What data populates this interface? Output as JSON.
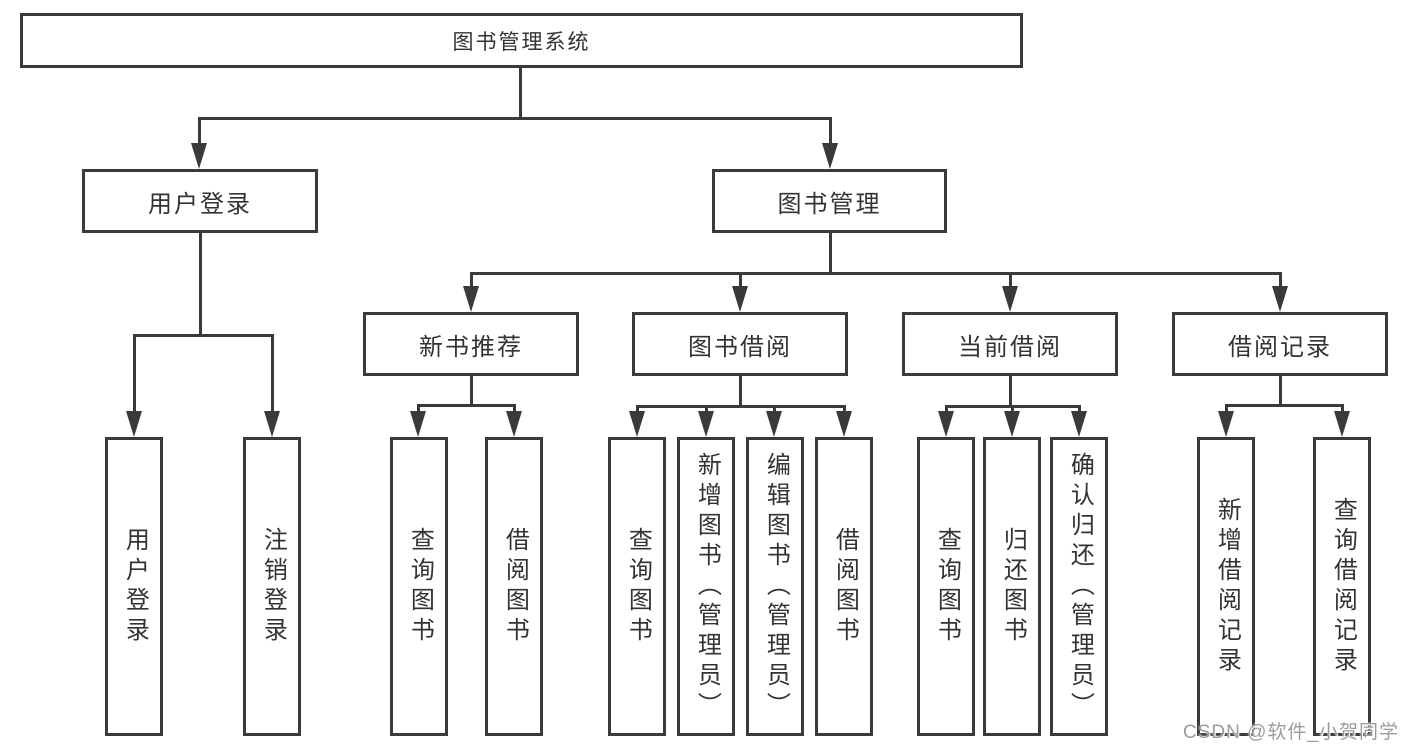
{
  "diagram": {
    "title": "图书管理系统",
    "colors": {
      "line": "#3a3a3a",
      "text": "#333333",
      "background": "#ffffff",
      "watermark": "#9c9c9c"
    },
    "watermark": "CSDN @软件_小贺同学",
    "nodes": {
      "root": {
        "label": "图书管理系统"
      },
      "userLogin": {
        "label": "用户登录"
      },
      "bookMgmt": {
        "label": "图书管理"
      },
      "newBookRec": {
        "label": "新书推荐"
      },
      "bookBorrow": {
        "label": "图书借阅"
      },
      "currentBorrow": {
        "label": "当前借阅"
      },
      "borrowRecord": {
        "label": "借阅记录"
      },
      "a1": {
        "label": "用户登录"
      },
      "a2": {
        "label": "注销登录"
      },
      "b1": {
        "label": "查询图书"
      },
      "b2": {
        "label": "借阅图书"
      },
      "c1": {
        "label": "查询图书"
      },
      "c2": {
        "label": "新增图书（管理员）"
      },
      "c3": {
        "label": "编辑图书（管理员）"
      },
      "c4": {
        "label": "借阅图书"
      },
      "d1": {
        "label": "查询图书"
      },
      "d2": {
        "label": "归还图书"
      },
      "d3": {
        "label": "确认归还（管理员）"
      },
      "e1": {
        "label": "新增借阅记录"
      },
      "e2": {
        "label": "查询借阅记录"
      }
    },
    "hierarchy": {
      "图书管理系统": {
        "用户登录": [
          "用户登录",
          "注销登录"
        ],
        "图书管理": {
          "新书推荐": [
            "查询图书",
            "借阅图书"
          ],
          "图书借阅": [
            "查询图书",
            "新增图书（管理员）",
            "编辑图书（管理员）",
            "借阅图书"
          ],
          "当前借阅": [
            "查询图书",
            "归还图书",
            "确认归还（管理员）"
          ],
          "借阅记录": [
            "新增借阅记录",
            "查询借阅记录"
          ]
        }
      }
    }
  }
}
